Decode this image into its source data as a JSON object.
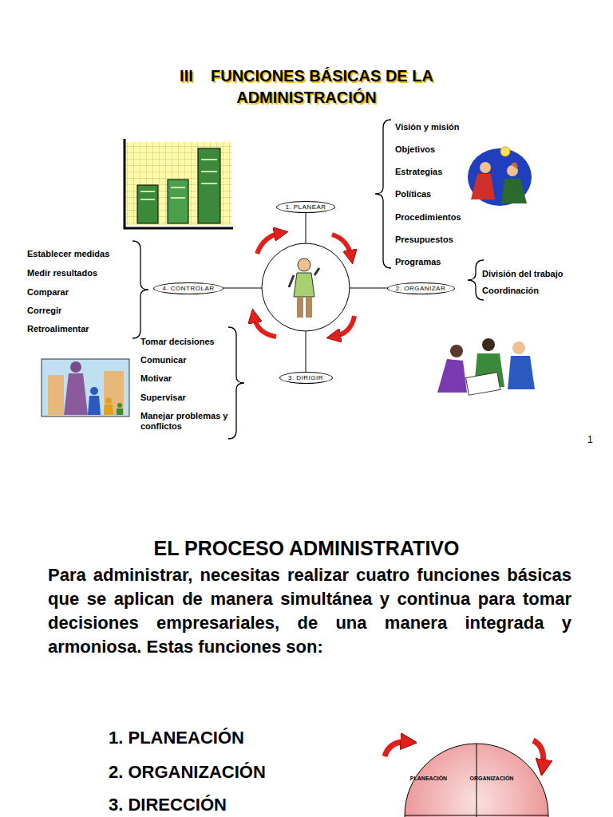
{
  "diagram": {
    "title": "III    FUNCIONES BÁSICAS DE LA ADMINISTRACIÓN",
    "nodes": [
      {
        "text": [
          "1. PLANEAR"
        ]
      },
      {
        "text": [
          "2. ORGANIZAR"
        ]
      },
      {
        "text": [
          "3. DIRIGIR"
        ]
      },
      {
        "text": [
          "4. CONTROLAR"
        ]
      }
    ],
    "labels": [
      "Visión y misión",
      "Objetivos",
      "Estrategias",
      "Políticas",
      "Procedimientos",
      "Presupuestos",
      "Programas",
      "División del trabajo",
      "Coordinación",
      "Establecer medidas",
      "Medir resultados",
      "Comparar",
      "Corregir",
      "Retroalimentar",
      "Tomar decisiones",
      "Comunicar",
      "Motivar",
      "Supervisar",
      "Manejar problemas y conflictos",
      "1",
      "EL PROCESO ADMINISTRATIVO",
      "Para administrar, necesitas realizar cuatro funciones básicas que se aplican de manera simultánea y continua para tomar decisiones empresariales, de una manera integrada y armoniosa. Estas funciones son:",
      "1. PLANEACIÓN",
      "2. ORGANIZACIÓN",
      "3. DIRECCIÓN",
      "PLANEACIÓN",
      "ORGANIZACIÓN"
    ]
  }
}
